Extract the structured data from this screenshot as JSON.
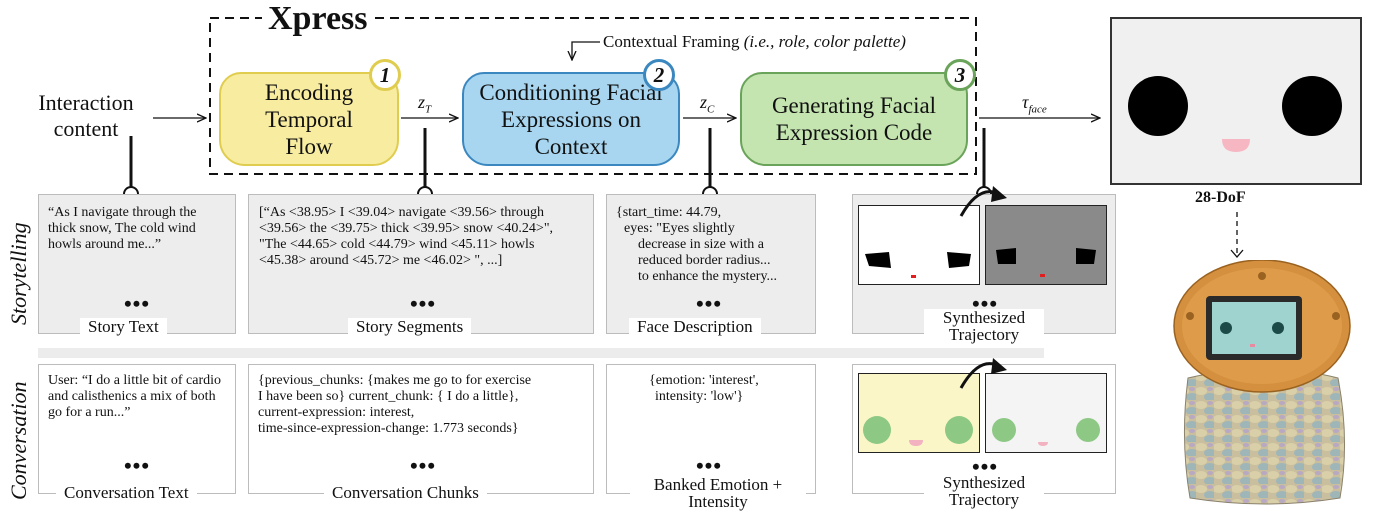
{
  "title": "Xpress",
  "contextual_framing": {
    "label": "Contextual Framing",
    "detail": "(i.e., role, color palette)"
  },
  "input_label": "Interaction content",
  "stages": [
    {
      "number": "1",
      "label": "Encoding Temporal Flow",
      "color": "#f7ec9f"
    },
    {
      "number": "2",
      "label": "Conditioning Facial Expressions on Context",
      "color": "#a8d6f0"
    },
    {
      "number": "3",
      "label": "Generating Facial Expression Code",
      "color": "#c4e4b0"
    }
  ],
  "variables": {
    "z_t": {
      "base": "z",
      "sub": "T"
    },
    "z_c": {
      "base": "z",
      "sub": "C"
    },
    "tau": {
      "base": "τ",
      "sub": "face"
    }
  },
  "output_label": "28-DoF",
  "rows": [
    {
      "label": "Storytelling",
      "panels": [
        {
          "label": "Story Text",
          "text": "“As I navigate through the thick snow, The cold wind howls around me...”"
        },
        {
          "label": "Story Segments",
          "text": "[“As <38.95> I <39.04> navigate <39.56> through <39.56> the <39.75> thick <39.95> snow <40.24>\", \"The <44.65> cold <44.79> wind <45.11> howls <45.38> around <45.72> me <46.02> \", ...]"
        },
        {
          "label": "Face Description",
          "text_lines": [
            "{start_time: 44.79,",
            "eyes: \"Eyes slightly",
            "decrease in size with a",
            "reduced border radius...",
            "to enhance the mystery..."
          ]
        },
        {
          "label": "Synthesized Trajectory"
        }
      ]
    },
    {
      "label": "Conversation",
      "panels": [
        {
          "label": "Conversation Text",
          "text": "User: “I do a little bit of cardio and calisthenics a mix of both go for a run...”"
        },
        {
          "label": "Conversation Chunks",
          "text_lines": [
            "{previous_chunks: {makes me go to for exercise",
            "I have been  so} current_chunk: { I do a little},",
            "current-expression: interest,",
            "time-since-expression-change: 1.773 seconds}"
          ]
        },
        {
          "label": "Banked Emotion + Intensity",
          "text_lines": [
            "{emotion: 'interest',",
            "intensity: 'low'}"
          ]
        },
        {
          "label": "Synthesized Trajectory"
        }
      ]
    }
  ],
  "dots": "•••"
}
